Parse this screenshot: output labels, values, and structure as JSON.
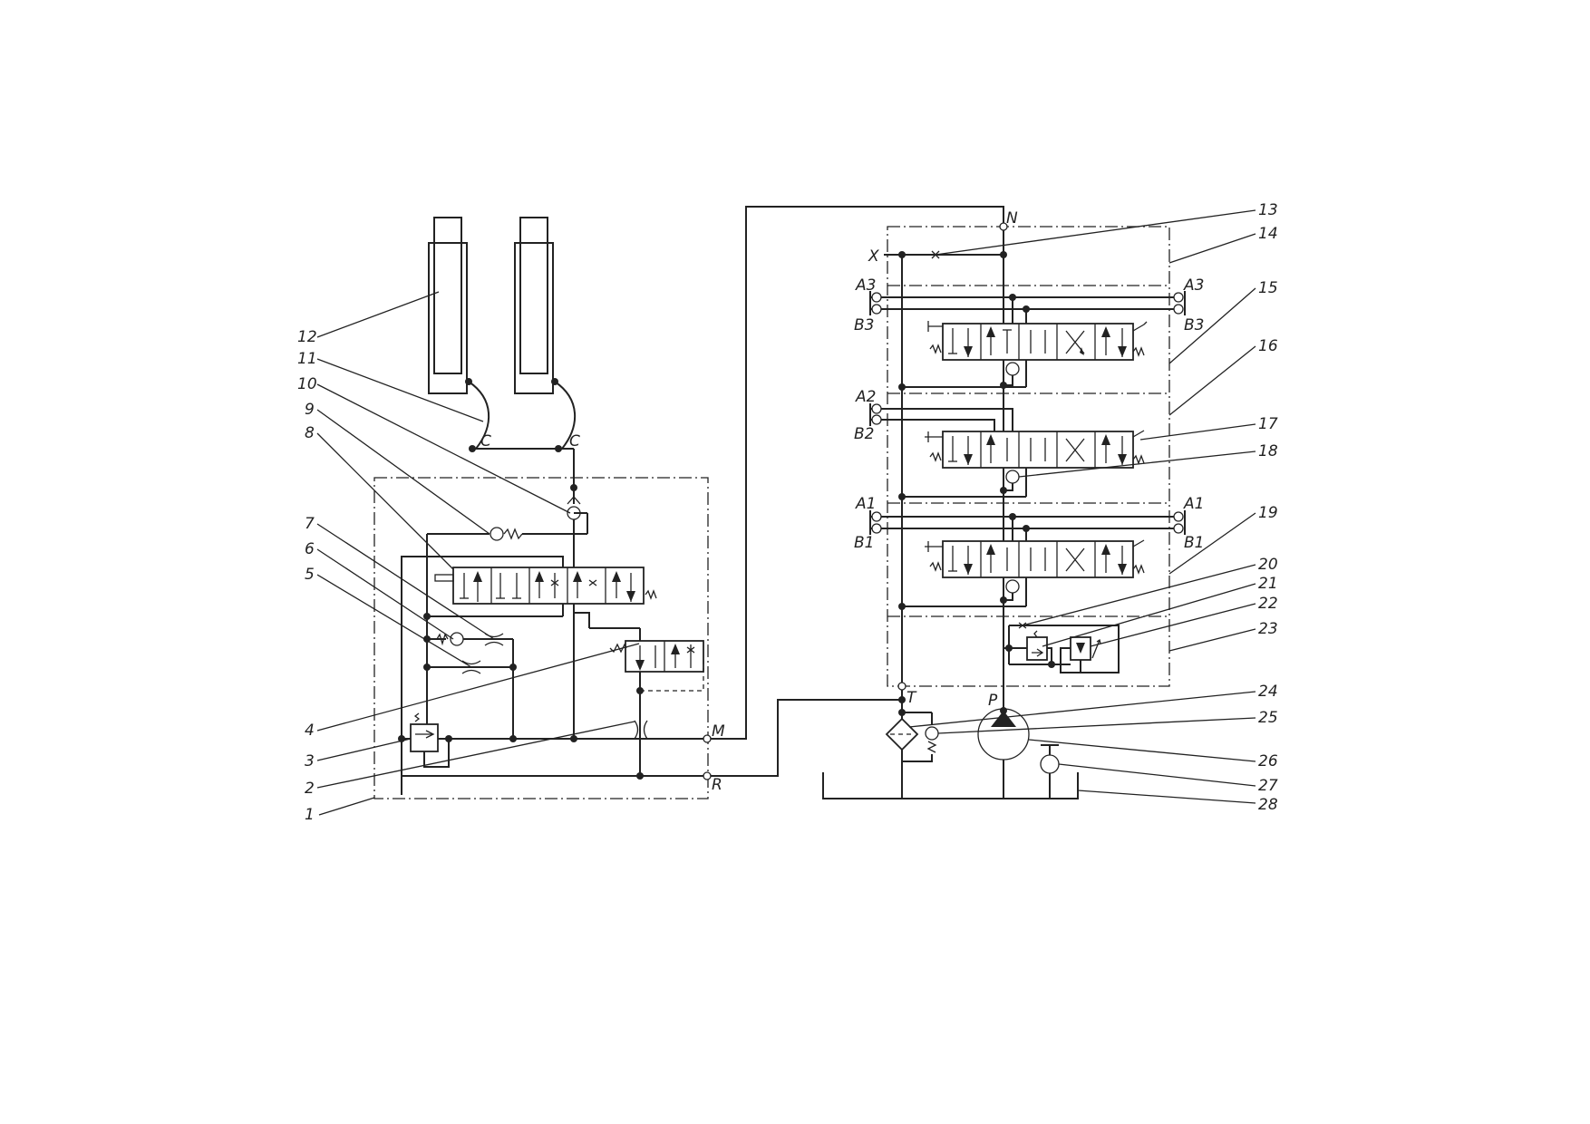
{
  "diagram": {
    "callouts": [
      "1",
      "2",
      "3",
      "4",
      "5",
      "6",
      "7",
      "8",
      "9",
      "10",
      "11",
      "12",
      "13",
      "14",
      "15",
      "16",
      "17",
      "18",
      "19",
      "20",
      "21",
      "22",
      "23",
      "24",
      "25",
      "26",
      "27",
      "28"
    ],
    "ports": {
      "N": "N",
      "X": "X",
      "T": "T",
      "P": "P",
      "M": "M",
      "R": "R",
      "C_left": "C",
      "C_right": "C",
      "A3_left": "A3",
      "B3_left": "B3",
      "A3_right": "A3",
      "B3_right": "B3",
      "A2_left": "A2",
      "B2_left": "B2",
      "A1_left": "A1",
      "B1_left": "B1",
      "A1_right": "A1",
      "B1_right": "B1"
    }
  }
}
